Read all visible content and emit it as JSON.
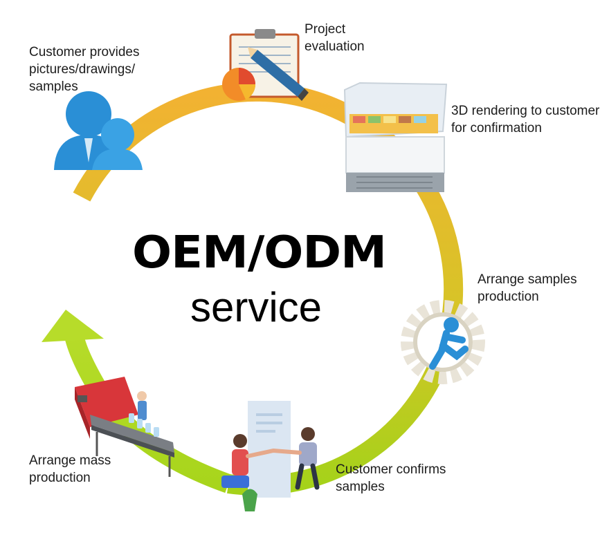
{
  "title": {
    "line1": "OEM/ODM",
    "line2": "service"
  },
  "steps": [
    {
      "label": "Customer provides\npictures/drawings/\nsamples",
      "icon": "customer-people-icon"
    },
    {
      "label": "Project\nevaluation",
      "icon": "clipboard-pencil-icon"
    },
    {
      "label": "3D rendering to customer\nfor confirmation",
      "icon": "display-freezer-icon"
    },
    {
      "label": "Arrange samples\nproduction",
      "icon": "gear-runner-icon"
    },
    {
      "label": "Customer confirms\nsamples",
      "icon": "handshake-people-icon"
    },
    {
      "label": "Arrange mass\nproduction",
      "icon": "production-line-icon"
    }
  ],
  "colors": {
    "ring_start": "#f2b232",
    "ring_end": "#a5d21a",
    "title": "#000000",
    "icon_blue": "#2a8fd6"
  }
}
